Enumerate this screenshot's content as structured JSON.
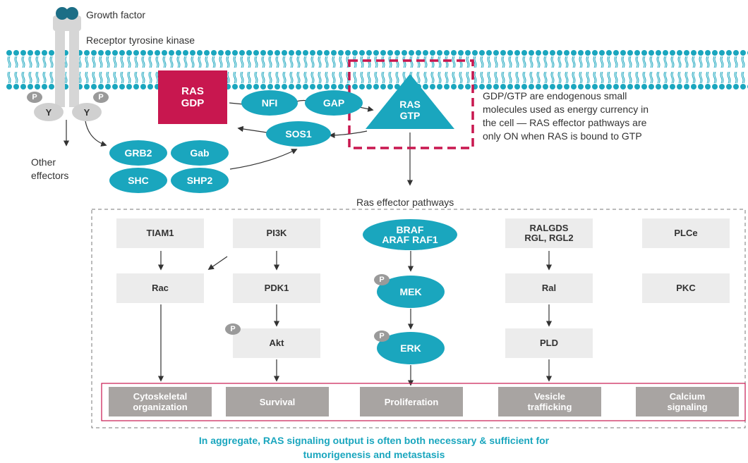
{
  "top": {
    "growth_factor": "Growth factor",
    "receptor": "Receptor tyrosine kinase",
    "other_effectors": "Other\neffectors",
    "p": "P",
    "y": "Y"
  },
  "ras_cycle": {
    "ras_gdp": "RAS\nGDP",
    "ras_gtp": "RAS\nGTP",
    "nf1": "NFI",
    "gap": "GAP",
    "sos1": "SOS1",
    "grb2": "GRB2",
    "gab": "Gab",
    "shc": "SHC",
    "shp2": "SHP2"
  },
  "note": "GDP/GTP are endogenous small\nmolecules used as energy currency in\nthe cell — RAS effector pathways are\nonly ON when RAS is bound to GTP",
  "effector_title": "Ras effector pathways",
  "pathways": {
    "tiam1": "TIAM1",
    "rac": "Rac",
    "pi3k": "PI3K",
    "pdk1": "PDK1",
    "akt": "Akt",
    "braf": "BRAF\nARAF RAF1",
    "mek": "MEK",
    "erk": "ERK",
    "ralgds": "RALGDS\nRGL, RGL2",
    "ral": "Ral",
    "pld": "PLD",
    "plce": "PLCe",
    "pkc": "PKC"
  },
  "outcomes": {
    "cytoskeletal": "Cytoskeletal\norganization",
    "survival": "Survival",
    "proliferation": "Proliferation",
    "vesicle": "Vesicle\ntrafficking",
    "calcium": "Calcium\nsignaling"
  },
  "footer": "In aggregate, RAS signaling output is often both necessary & sufficient for\ntumorigenesis and metastasis",
  "colors": {
    "teal": "#1aa6be",
    "crimson": "#c8174f",
    "gray_box": "#ececec",
    "outcome_gray": "#a8a4a2"
  }
}
